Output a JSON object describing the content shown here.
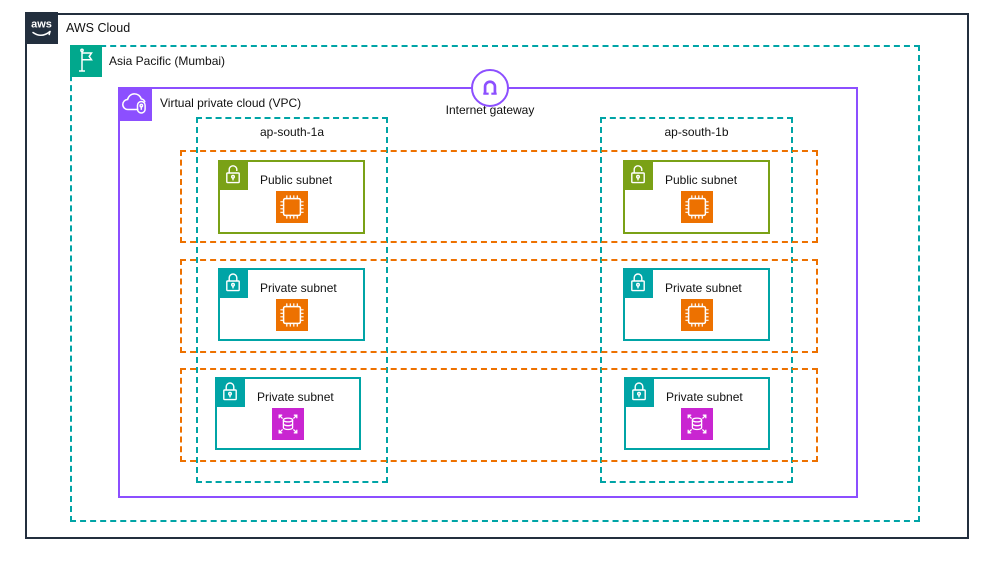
{
  "diagram": {
    "aws_cloud": {
      "label": "AWS Cloud"
    },
    "region": {
      "label": "Asia Pacific (Mumbai)"
    },
    "vpc": {
      "label": "Virtual private cloud (VPC)"
    },
    "internet_gateway": {
      "label": "Internet gateway"
    },
    "availability_zones": [
      {
        "label": "ap-south-1a"
      },
      {
        "label": "ap-south-1b"
      }
    ],
    "subnets": [
      {
        "label": "Public subnet",
        "type": "public",
        "zone": "ap-south-1a",
        "resource": "ec2-instance"
      },
      {
        "label": "Private subnet",
        "type": "private",
        "zone": "ap-south-1a",
        "resource": "ec2-instance"
      },
      {
        "label": "Private subnet",
        "type": "private",
        "zone": "ap-south-1a",
        "resource": "database"
      },
      {
        "label": "Public subnet",
        "type": "public",
        "zone": "ap-south-1b",
        "resource": "ec2-instance"
      },
      {
        "label": "Private subnet",
        "type": "private",
        "zone": "ap-south-1b",
        "resource": "ec2-instance"
      },
      {
        "label": "Private subnet",
        "type": "private",
        "zone": "ap-south-1b",
        "resource": "database"
      }
    ]
  },
  "icons": {
    "aws-logo": "aws smile wordmark",
    "region-flag-icon": "flag on pole",
    "vpc-icon": "cloud with lock badge",
    "internet-gateway-icon": "gateway arch in circle",
    "public-subnet-lock-icon": "open padlock",
    "private-subnet-lock-icon": "closed padlock",
    "ec2-instance-icon": "processor chip",
    "database-icon": "database cylinder with outward arrows"
  },
  "colors": {
    "aws_dark": "#232F3E",
    "region_teal_dashed": "#00A4A6",
    "region_flag_teal": "#01A88D",
    "vpc_purple": "#8C4FFF",
    "public_subnet_green": "#7AA116",
    "private_subnet_teal": "#00A4A6",
    "tier_row_orange": "#ED7100",
    "ec2_orange": "#ED7100",
    "database_magenta": "#C925D1",
    "background": "#FFFFFF"
  }
}
